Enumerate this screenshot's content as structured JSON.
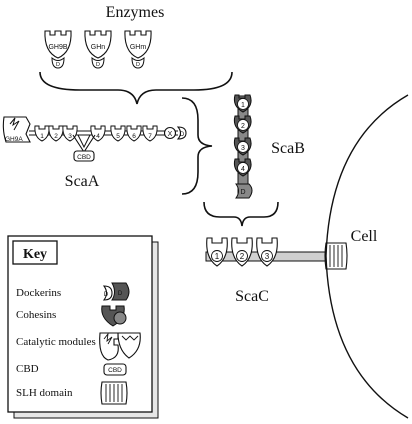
{
  "labels": {
    "enzymes": "Enzymes",
    "scaA": "ScaA",
    "scaB": "ScaB",
    "scaC": "ScaC",
    "cell": "Cell",
    "cbd_box": "CBD",
    "gh9a": "GH9A"
  },
  "enzymes": [
    "GH9B",
    "GHn",
    "GHm"
  ],
  "enzyme_dockerin_letter": "D",
  "scaA_cohesins": [
    "1",
    "2",
    "3",
    "4",
    "5",
    "6",
    "7"
  ],
  "scaA_extra": [
    "X",
    "D"
  ],
  "scaB_cohesins": [
    "1",
    "2",
    "3",
    "4"
  ],
  "scaB_dockerin": "D",
  "scaC_cohesins": [
    "1",
    "2",
    "3"
  ],
  "key": {
    "title": "Key",
    "items": [
      {
        "label": "Dockerins",
        "icon": "dockerin-icon"
      },
      {
        "label": "Cohesins",
        "icon": "cohesin-icon"
      },
      {
        "label": "Catalytic modules",
        "icon": "catalytic-module-icon"
      },
      {
        "label": "CBD",
        "icon": "cbd-icon"
      },
      {
        "label": "SLH domain",
        "icon": "slh-domain-icon"
      }
    ],
    "cbd_icon_text": "CBD",
    "dockerin_icon_letters": [
      "D",
      "D"
    ]
  },
  "colors": {
    "ink": "#111111",
    "grey": "#888888",
    "dark": "#555555",
    "background": "#ffffff"
  }
}
